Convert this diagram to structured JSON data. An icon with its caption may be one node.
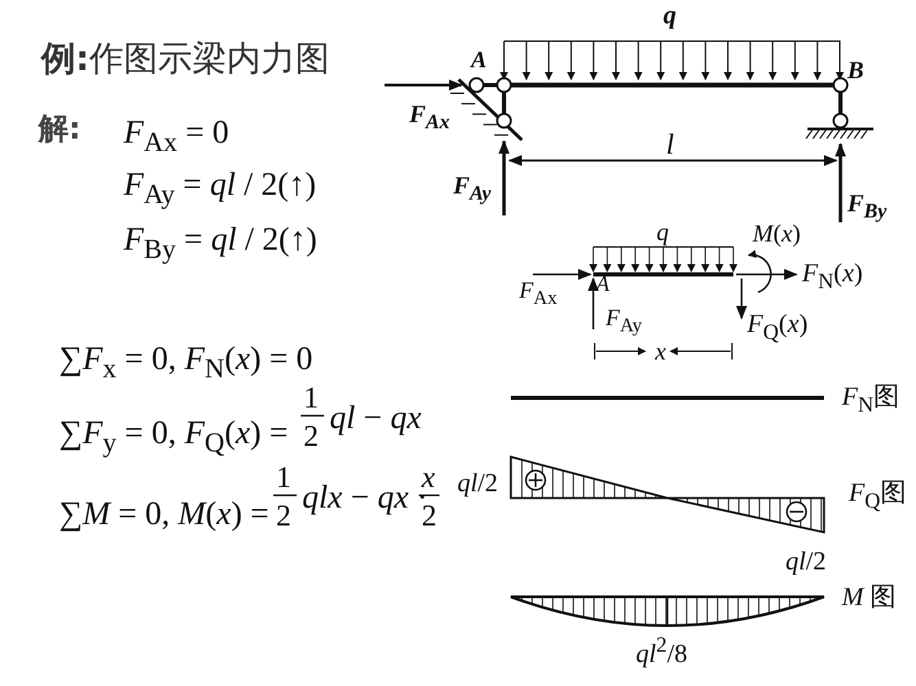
{
  "diagram": {
    "title": "**例:**作图示梁内力图",
    "labels": [
      "解:",
      "*F*$_{Ax}$ = 0",
      "*F*$_{Ay}$ = *ql* / 2(↑)",
      "*F*$_{By}$ = *ql* / 2(↑)",
      "q",
      "A",
      "B",
      "*F*$_{Ax}$",
      "l",
      "*F*$_{Ay}$",
      "*F*$_{By}$",
      "q",
      "*M*(*x*)",
      "*F*$_{Ax}$",
      "A",
      "*F*$_{N}$(*x*)",
      "*F*$_{Ay}$",
      "*F*$_{Q}$(*x*)",
      "x",
      "∑*F*$_{x}$ = 0, *F*$_{N}$(*x*) = 0",
      "∑*F*$_{y}$ = 0, *F*$_{Q}$(*x*) =",
      "1",
      "2",
      "*ql* − *qx*",
      "∑*M* = 0, *M*(*x*) =",
      "1",
      "2",
      "*qlx* − *qx* ·",
      "x",
      "2",
      "*F*$_{N}$图",
      "*ql*/2",
      "*F*$_{Q}$图",
      "*ql*/2",
      "*M* 图",
      "*ql*$^{2}$/8"
    ]
  }
}
